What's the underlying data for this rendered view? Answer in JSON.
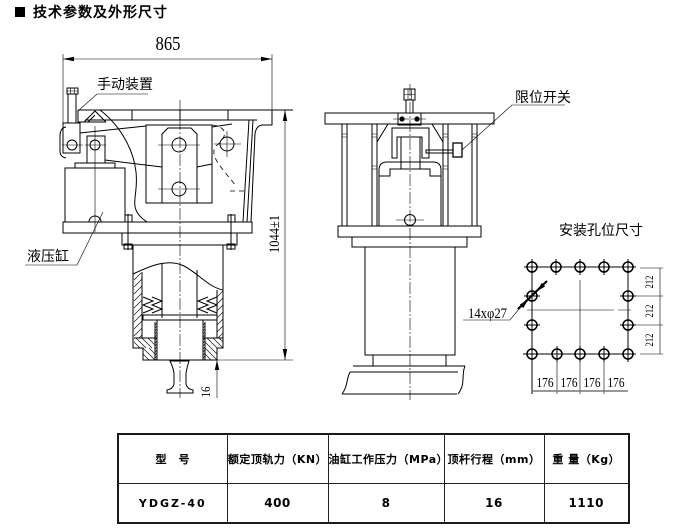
{
  "section_header": {
    "bullet_icon": "filled-square",
    "title": "技术参数及外形尺寸"
  },
  "front_view": {
    "overall_width": "865",
    "overall_height": "1044±1",
    "stroke_gap": "16",
    "callouts": {
      "manual_device": "手动装置",
      "hydraulic_cylinder": "液压缸"
    }
  },
  "side_view": {
    "callouts": {
      "limit_switch": "限位开关"
    }
  },
  "mounting_holes": {
    "title": "安装孔位尺寸",
    "hole_spec": "14xφ27",
    "hole_count": 14,
    "horizontal_spacing": [
      "176",
      "176",
      "176",
      "176"
    ],
    "vertical_spacing": [
      "212",
      "212",
      "212"
    ]
  },
  "spec_table": {
    "headers": [
      "型　号",
      "额定顶轨力（KN）",
      "油缸工作压力（MPa）",
      "顶杆行程（mm）",
      "重 量（Kg）"
    ],
    "rows": [
      [
        "YDGZ-40",
        "400",
        "8",
        "16",
        "1110"
      ]
    ]
  },
  "colors": {
    "ink": "#000000",
    "background": "#ffffff",
    "dimension_gray": "#777777",
    "table_border": "#222222"
  }
}
